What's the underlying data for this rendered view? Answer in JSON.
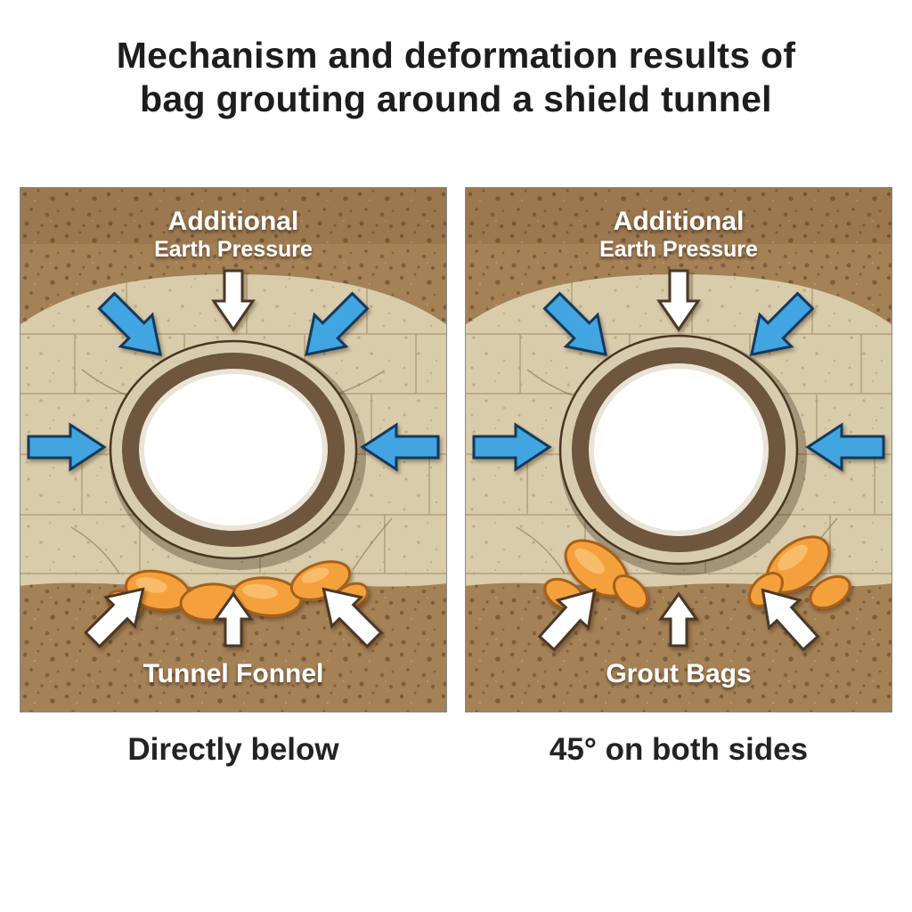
{
  "title": {
    "line1": "Mechanism and deformation results of",
    "line2": "bag grouting around a shield tunnel"
  },
  "panels": [
    {
      "top_label_line1": "Additional",
      "top_label_line2": "Earth Pressure",
      "bottom_label": "Tunnel Fonnel",
      "caption": "Directly below"
    },
    {
      "top_label_line1": "Additional",
      "top_label_line2": "Earth Pressure",
      "bottom_label": "Grout Bags",
      "caption": "45° on both sides"
    }
  ],
  "colors": {
    "background": "#FFFFFF",
    "title_text": "#1D1D1F",
    "soil_brown": "#A58156",
    "soil_tan": "#D9CCAB",
    "tunnel_lining_light": "#D8CCAF",
    "tunnel_ring_dark": "#6E563F",
    "tunnel_interior": "#FFFFFF",
    "pressure_arrow_blue": "#3FA5E0",
    "arrow_white": "#FFFFFF",
    "grout_orange": "#F4A13C"
  }
}
